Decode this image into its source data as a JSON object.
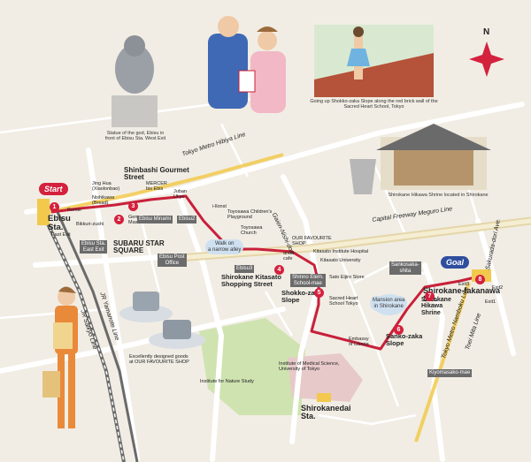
{
  "map": {
    "stations": {
      "ebisu": "Ebisu\nSta.",
      "ebisu_east_exit": "East Exit",
      "shirokane_takanawa": "Shirokane-takanawa\nSta.",
      "shirokanedai": "Shirokanedai\nSta.",
      "exit1": "Exit1",
      "exit2": "Exit2",
      "exit3": "Exit3"
    },
    "markers": {
      "start": "Start",
      "goal": "Goal",
      "north": "N"
    },
    "lines": {
      "hibiya": "Tokyo Metro Hibiya Line",
      "meguro": "Capital Freeway Meguro Line",
      "saikyo": "JR Saikyo Line",
      "yamanote": "JR Yamanote Line",
      "namboku": "Tokyo Metro Namboku Line",
      "toei_mita": "Toei Mita Line",
      "gaien": "Gaien-Nishi-dori",
      "sakurada": "Sakurada-dori Ave."
    },
    "places": {
      "shinbashi": "Shinbashi Gourmet\nStreet",
      "jing_hua": "Jing Hua\n(Xiaolonbao)",
      "mercer": "MERCER\nbis Ebis",
      "renoir": "Renoir",
      "nishikawa": "Nishikawa\n(Bread)",
      "bikkuri": "Bikkuri-zushi",
      "gen_mash": "Gen\nMash",
      "juban": "Juban\nUkyo",
      "ilonst": "i-llonst",
      "toyosawa_playground": "Toyosawa Children's\nPlayground",
      "toyosawa_church": "Toyosawa\nChurch",
      "subaru": "SUBARU STAR\nSQUARE",
      "walk_alley": "Walk on\na narrow alley",
      "our_favourite": "OUR FAVOURITE\nSHOP",
      "anea": "anea\ncafe",
      "kitasato_hospital": "Kitasato Institute Hospital",
      "kitasato_univ": "Kitasato University",
      "sato_eijiro": "Sato Eijiro Store",
      "shirokane_kitasato": "Shirokane Kitasato\nShopping Street",
      "shokko_zaka": "Shokko-zaka\nSlope",
      "sacred_heart": "Sacred Heart\nSchool Tokyo",
      "embassy": "Embassy\nof Liberia",
      "sanko_zaka": "Sanko-zaka\nSlope",
      "mansion_area": "Mansion area\nin Shirokane",
      "hikawa": "Shirokane\nHikawa\nShrine",
      "medical": "Institute of Medical Science,\nUniversity of Tokyo",
      "nature": "Institute for Nature Study",
      "excellent": "Excellently designed goods\nat OUR FAVOURITE SHOP"
    },
    "boxes": {
      "ebisu_minami": "Ebisu Minami",
      "ebisu2": "Ebisu2",
      "ebisu_sta_east": "Ebisu Sta.\nEast Exit",
      "ebisu_post": "Ebisu Post\nOffice",
      "ebisu3": "Ebisu3",
      "shinno": "Shinno Elem.\nSchool-mae",
      "sankosaka": "Sankosaka-\nshita",
      "kiyomasako": "Kiyomasako-mae"
    },
    "captions": {
      "ebisu_statue": "Statue of the god, Ebisu\nin front of Ebisu Sta. West Exit",
      "shokko_caption": "Going up Shokko-zaka Slope along the red brick wall\nof the Sacred Heart School, Tokyo",
      "hikawa_caption": "Shirokane Hikawa Shrine located in Shirokane"
    },
    "route_numbers": [
      "1",
      "2",
      "3",
      "4",
      "5",
      "6",
      "7",
      "8"
    ],
    "colors": {
      "route": "#c8203a",
      "road": "#ffffff",
      "park": "#c8dea6",
      "rail_yellow": "#f2c94c",
      "station_badge": "#d4213d",
      "goal_badge": "#2f4f9e"
    }
  }
}
